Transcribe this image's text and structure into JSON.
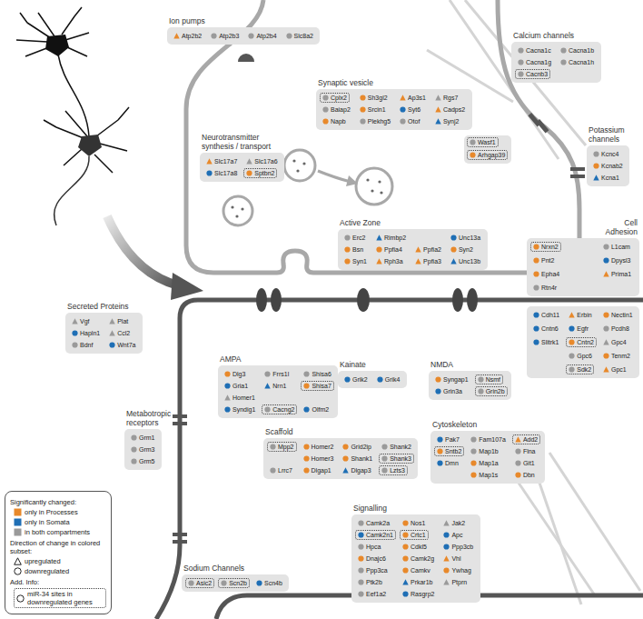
{
  "diagram": {
    "nodes": [
      {
        "text": [
          "Ion pumps"
        ]
      },
      {
        "text": [
          "Atp2b2"
        ],
        "in": 0
      },
      {
        "text": [
          "Atp2b3"
        ],
        "in": 0
      },
      {
        "text": [
          "Atp2b4"
        ],
        "in": 0
      },
      {
        "text": [
          "Slc8a2"
        ],
        "in": 0
      },
      {
        "text": [
          "Calcium channels"
        ]
      },
      {
        "text": [
          "Cacna1c"
        ],
        "in": 5
      },
      {
        "text": [
          "Cacna1b"
        ],
        "in": 5
      },
      {
        "text": [
          "Cacna1g"
        ],
        "in": 5
      },
      {
        "text": [
          "Cacna1h"
        ],
        "in": 5
      },
      {
        "text": [
          "Cacnb3"
        ],
        "in": 5
      },
      {
        "text": [
          "Synaptic vesicle"
        ]
      },
      {
        "text": [
          "Cplx2"
        ],
        "in": 11
      },
      {
        "text": [
          "Sh3gl2"
        ],
        "in": 11
      },
      {
        "text": [
          "Ap3s1"
        ],
        "in": 11
      },
      {
        "text": [
          "Rgs7"
        ],
        "in": 11
      },
      {
        "text": [
          "Baiap2"
        ],
        "in": 11
      },
      {
        "text": [
          "Srcin1"
        ],
        "in": 11
      },
      {
        "text": [
          "Syt6"
        ],
        "in": 11
      },
      {
        "text": [
          "Cadps2"
        ],
        "in": 11
      },
      {
        "text": [
          "Napb"
        ],
        "in": 11
      },
      {
        "text": [
          "Plekhg5"
        ],
        "in": 11
      },
      {
        "text": [
          "Otof"
        ],
        "in": 11
      },
      {
        "text": [
          "Synj2"
        ],
        "in": 11
      },
      {
        "text": [
          "Neurotransmitter synthesis / transport"
        ]
      },
      {
        "text": [
          "Slc17a7"
        ],
        "in": 24
      },
      {
        "text": [
          "Slc17a6"
        ],
        "in": 24
      },
      {
        "text": [
          "Slc17a8"
        ],
        "in": 24
      },
      {
        "text": [
          "Sptbn2"
        ],
        "in": 24
      },
      {
        "text": [
          "Wasf1"
        ]
      },
      {
        "text": [
          "Arhgap39"
        ]
      },
      {
        "text": [
          "Potassium channels"
        ]
      },
      {
        "text": [
          "Kcnc4"
        ],
        "in": 31
      },
      {
        "text": [
          "Kcnab2"
        ],
        "in": 31
      },
      {
        "text": [
          "Kcna1"
        ],
        "in": 31
      },
      {
        "text": [
          "Active Zone"
        ]
      },
      {
        "text": [
          "Erc2"
        ],
        "in": 35
      },
      {
        "text": [
          "Rimbp2"
        ],
        "in": 35
      },
      {
        "text": [
          "Unc13a"
        ],
        "in": 35
      },
      {
        "text": [
          "Bsn"
        ],
        "in": 35
      },
      {
        "text": [
          "Ppfia4"
        ],
        "in": 35
      },
      {
        "text": [
          "Ppfia2"
        ],
        "in": 35
      },
      {
        "text": [
          "Syn2"
        ],
        "in": 35
      },
      {
        "text": [
          "Syn1"
        ],
        "in": 35
      },
      {
        "text": [
          "Rph3a"
        ],
        "in": 35
      },
      {
        "text": [
          "Ppfia3"
        ],
        "in": 35
      },
      {
        "text": [
          "Unc13b"
        ],
        "in": 35
      },
      {
        "text": [
          "Cell Adhesion"
        ]
      },
      {
        "text": [
          "Nrxn2"
        ],
        "in": 47
      },
      {
        "text": [
          "L1cam"
        ],
        "in": 47
      },
      {
        "text": [
          "Pnt2"
        ],
        "in": 47
      },
      {
        "text": [
          "Dpysl3"
        ],
        "in": 47
      },
      {
        "text": [
          "Epha4"
        ],
        "in": 47
      },
      {
        "text": [
          "Prima1"
        ],
        "in": 47
      },
      {
        "text": [
          "Rtn4r"
        ],
        "in": 47
      },
      {
        "text": [
          "Cdh11"
        ],
        "in": 47
      },
      {
        "text": [
          "Erbin"
        ],
        "in": 47
      },
      {
        "text": [
          "Nectin1"
        ],
        "in": 47
      },
      {
        "text": [
          "Cntn6"
        ],
        "in": 47
      },
      {
        "text": [
          "Egfr"
        ],
        "in": 47
      },
      {
        "text": [
          "Pcdh8"
        ],
        "in": 47
      },
      {
        "text": [
          "Slitrk1"
        ],
        "in": 47
      },
      {
        "text": [
          "Cntn2"
        ],
        "in": 47
      },
      {
        "text": [
          "Gpc4"
        ],
        "in": 47
      },
      {
        "text": [
          "Gpc6"
        ],
        "in": 47
      },
      {
        "text": [
          "Tenm2"
        ],
        "in": 47
      },
      {
        "text": [
          "Sdk2"
        ],
        "in": 47
      },
      {
        "text": [
          "Gpc1"
        ],
        "in": 47
      },
      {
        "text": [
          "Secreted Proteins"
        ]
      },
      {
        "text": [
          "Vgf"
        ],
        "in": 68
      },
      {
        "text": [
          "Plat"
        ],
        "in": 68
      },
      {
        "text": [
          "Hapln1"
        ],
        "in": 68
      },
      {
        "text": [
          "Ccl2"
        ],
        "in": 68
      },
      {
        "text": [
          "Bdnf"
        ],
        "in": 68
      },
      {
        "text": [
          "Wnt7a"
        ],
        "in": 68
      },
      {
        "text": [
          "AMPA"
        ]
      },
      {
        "text": [
          "Dlg3"
        ],
        "in": 75
      },
      {
        "text": [
          "Frrs1l"
        ],
        "in": 75
      },
      {
        "text": [
          "Shisa6"
        ],
        "in": 75
      },
      {
        "text": [
          "Gria1"
        ],
        "in": 75
      },
      {
        "text": [
          "Nrn1"
        ],
        "in": 75
      },
      {
        "text": [
          "Shisa7"
        ],
        "in": 75
      },
      {
        "text": [
          "Homer1"
        ],
        "in": 75
      },
      {
        "text": [
          "Syndig1"
        ],
        "in": 75
      },
      {
        "text": [
          "Cacng2"
        ],
        "in": 75
      },
      {
        "text": [
          "Olfm2"
        ],
        "in": 75
      },
      {
        "text": [
          "Kainate"
        ]
      },
      {
        "text": [
          "Grik2"
        ],
        "in": 86
      },
      {
        "text": [
          "Grik4"
        ],
        "in": 86
      },
      {
        "text": [
          "NMDA"
        ]
      },
      {
        "text": [
          "Syngap1"
        ],
        "in": 89
      },
      {
        "text": [
          "Nsmf"
        ],
        "in": 89
      },
      {
        "text": [
          "Grin3a"
        ],
        "in": 89
      },
      {
        "text": [
          "Grin2b"
        ],
        "in": 89
      },
      {
        "text": [
          "Metabotropic receptors"
        ]
      },
      {
        "text": [
          "Grm1"
        ],
        "in": 94
      },
      {
        "text": [
          "Grm3"
        ],
        "in": 94
      },
      {
        "text": [
          "Grm5"
        ],
        "in": 94
      },
      {
        "text": [
          "Scaffold"
        ]
      },
      {
        "text": [
          "Mpp2"
        ],
        "in": 98
      },
      {
        "text": [
          "Homer2"
        ],
        "in": 98
      },
      {
        "text": [
          "Grid2ip"
        ],
        "in": 98
      },
      {
        "text": [
          "Shank2"
        ],
        "in": 98
      },
      {
        "text": [
          "Homer3"
        ],
        "in": 98
      },
      {
        "text": [
          "Shank1"
        ],
        "in": 98
      },
      {
        "text": [
          "Shank3"
        ],
        "in": 98
      },
      {
        "text": [
          "Lrrc7"
        ],
        "in": 98
      },
      {
        "text": [
          "Dlgap1"
        ],
        "in": 98
      },
      {
        "text": [
          "Dlgap3"
        ],
        "in": 98
      },
      {
        "text": [
          "Lzts3"
        ],
        "in": 98
      },
      {
        "text": [
          "Cytoskeleton"
        ]
      },
      {
        "text": [
          "Pak7"
        ],
        "in": 110
      },
      {
        "text": [
          "Fam107a"
        ],
        "in": 110
      },
      {
        "text": [
          "Add2"
        ],
        "in": 110
      },
      {
        "text": [
          "Sntb2"
        ],
        "in": 110
      },
      {
        "text": [
          "Map1b"
        ],
        "in": 110
      },
      {
        "text": [
          "Flna"
        ],
        "in": 110
      },
      {
        "text": [
          "Dmn"
        ],
        "in": 110
      },
      {
        "text": [
          "Map1a"
        ],
        "in": 110
      },
      {
        "text": [
          "Git1"
        ],
        "in": 110
      },
      {
        "text": [
          "Map1s"
        ],
        "in": 110
      },
      {
        "text": [
          "Dbn"
        ],
        "in": 110
      },
      {
        "text": [
          "Signalling"
        ]
      },
      {
        "text": [
          "Camk2a"
        ],
        "in": 122
      },
      {
        "text": [
          "Nos1"
        ],
        "in": 122
      },
      {
        "text": [
          "Jak2"
        ],
        "in": 122
      },
      {
        "text": [
          "Camk2n1"
        ],
        "in": 122
      },
      {
        "text": [
          "Crtc1"
        ],
        "in": 122
      },
      {
        "text": [
          "Apc"
        ],
        "in": 122
      },
      {
        "text": [
          "Hpca"
        ],
        "in": 122
      },
      {
        "text": [
          "Cdkl5"
        ],
        "in": 122
      },
      {
        "text": [
          "Ppp3cb"
        ],
        "in": 122
      },
      {
        "text": [
          "Dnajc6"
        ],
        "in": 122
      },
      {
        "text": [
          "Camk2g"
        ],
        "in": 122
      },
      {
        "text": [
          "Vhl"
        ],
        "in": 122
      },
      {
        "text": [
          "Ppp3ca"
        ],
        "in": 122
      },
      {
        "text": [
          "Camkv"
        ],
        "in": 122
      },
      {
        "text": [
          "Ywhag"
        ],
        "in": 122
      },
      {
        "text": [
          "Ptk2b"
        ],
        "in": 122
      },
      {
        "text": [
          "Prkar1b"
        ],
        "in": 122
      },
      {
        "text": [
          "Ptprn"
        ],
        "in": 122
      },
      {
        "text": [
          "Eef1a2"
        ],
        "in": 122
      },
      {
        "text": [
          "Rasgrp2"
        ],
        "in": 122
      },
      {
        "text": [
          "Sodium Channels"
        ]
      },
      {
        "text": [
          "Asic2"
        ],
        "in": 143
      },
      {
        "text": [
          "Scn2b"
        ],
        "in": 143
      },
      {
        "text": [
          "Scn4b"
        ],
        "in": 143
      }
    ],
    "labels": [
      "Significantly changed:",
      "Direction of change in colored subset:",
      "Add. Info:"
    ],
    "legend": [
      {
        "text": "only in Processes",
        "color": "#e8892b"
      },
      {
        "text": "only in Somata",
        "color": "#1f6fb5"
      },
      {
        "text": "in both compartments",
        "color": "#9a9a9a"
      },
      {
        "text": "upregulated"
      },
      {
        "text": "downregulated"
      },
      {
        "text": "miR-34 sites in downregulated genes"
      }
    ]
  }
}
